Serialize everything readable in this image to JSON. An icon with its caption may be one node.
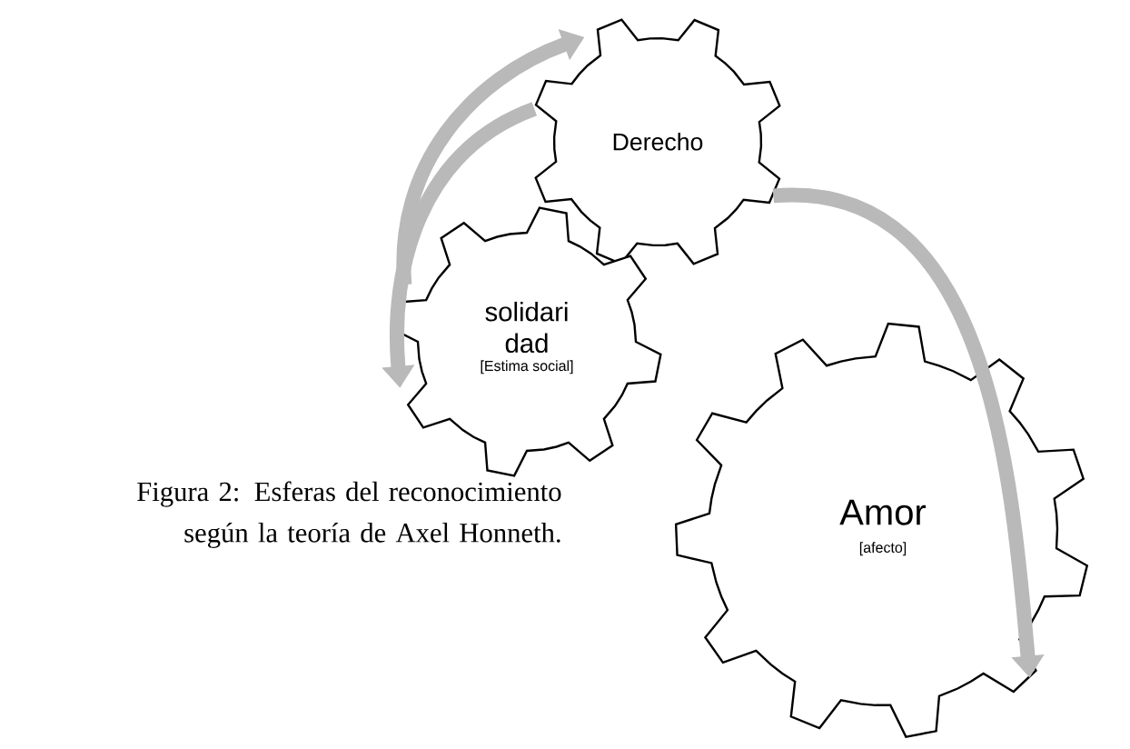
{
  "diagram": {
    "caption": "Figura 2: Esferas del reconocimiento según la teoría de Axel Honneth.",
    "nodes": [
      {
        "text": [
          "Derecho"
        ]
      },
      {
        "text": [
          "solidari dad",
          "[Estima social]"
        ]
      },
      {
        "text": [
          "Amor",
          "[afecto]"
        ]
      }
    ],
    "edges": [
      {
        "from": 1,
        "to": 0,
        "arrow": "to"
      },
      {
        "from": 0,
        "to": 1,
        "arrow": "to"
      },
      {
        "from": 0,
        "to": 2,
        "arrow": "to"
      }
    ]
  }
}
